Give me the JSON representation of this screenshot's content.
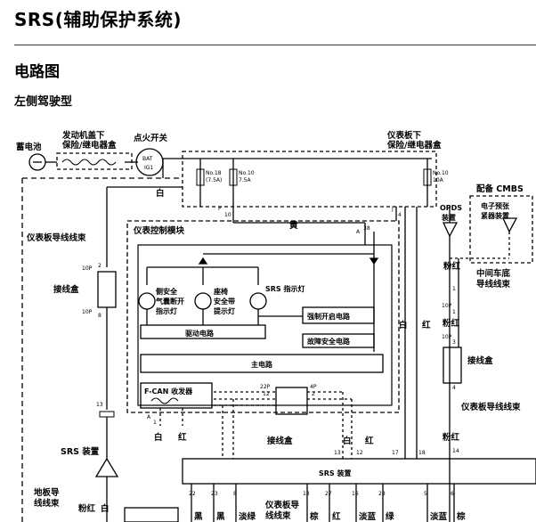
{
  "header": {
    "title": "SRS(辅助保护系统)",
    "section": "电路图",
    "subtitle": "左侧驾驶型"
  },
  "labels": {
    "battery": "蓄电池",
    "underhood_box_l1": "发动机盖下",
    "underhood_box_l2": "保险/继电器盒",
    "ignition_switch": "点火开关",
    "bat": "BAT",
    "ig1": "IG1",
    "dash_box_l1": "仪表板下",
    "dash_box_l2": "保险/继电器盒",
    "fuse_a": "No.18",
    "fuse_a_rating": "(7.5A)",
    "fuse_b": "No.10",
    "fuse_b_rating": "7.5A",
    "fuse_c": "No.10",
    "fuse_c_rating": "10A",
    "cmbs_option": "配备 CMBS",
    "opds_l1": "OPDS",
    "opds_l2": "装置",
    "pretension_l1": "电子预张",
    "pretension_l2": "紧器装置",
    "dash_harness_left": "仪表板导线线束",
    "gauge_module": "仪表控制模块",
    "junction_left": "接线盒",
    "side_airbag_l1": "侧安全",
    "side_airbag_l2": "气囊断开",
    "side_airbag_l3": "指示灯",
    "seatbelt_l1": "座椅",
    "seatbelt_l2": "安全带",
    "seatbelt_l3": "提示灯",
    "srs_indicator": "SRS 指示灯",
    "forced_on": "强制开启电路",
    "fail_safe": "故障安全电路",
    "drive_circuit": "驱动电路",
    "main_circuit": "主电路",
    "fcan": "F-CAN 收发器",
    "yellow": "黄",
    "white": "白",
    "red": "红",
    "pink": "粉红",
    "pink_red": "粉红",
    "middle_harness_l1": "中间车底",
    "middle_harness_l2": "导线线束",
    "junction_right": "接线盒",
    "dash_harness_right": "仪表板导线线束",
    "junction_center": "接线盒",
    "srs_unit_left": "SRS 装置",
    "srs_unit_main": "SRS 装置",
    "floor_harness_l1": "地板导",
    "floor_harness_l2": "线线束",
    "pink_bottom": "粉红",
    "white_bottom": "白",
    "black1": "黑",
    "black2": "黑",
    "light_green": "淡绿",
    "dash_harness_bottom_l1": "仪表板导",
    "dash_harness_bottom_l2": "线线束",
    "brown": "棕",
    "red_bottom": "红",
    "light_blue": "淡蓝",
    "green": "绿",
    "light_blue2": "淡蓝",
    "brown2": "棕"
  },
  "pins": {
    "p1": "10P",
    "p2": "2",
    "p3": "10P",
    "p4": "8",
    "p5": "P",
    "p6": "10",
    "p7": "J",
    "p8": "4",
    "p9": "A",
    "p10": "38",
    "p11": "13",
    "p12": "A",
    "p13": "1",
    "p14": "22P",
    "p15": "12",
    "p16": "4P",
    "p17": "2",
    "p18": "13",
    "p19": "12",
    "p20": "17",
    "p21": "18",
    "p22": "22",
    "p23": "23",
    "p24": "8",
    "p25": "13",
    "p26": "27",
    "p27": "16",
    "p28": "28",
    "p29": "5",
    "p30": "6",
    "p31": "10P",
    "p32": "1",
    "p33": "10P",
    "p34": "3",
    "p35": "4",
    "p36": "14",
    "p37": "1"
  }
}
